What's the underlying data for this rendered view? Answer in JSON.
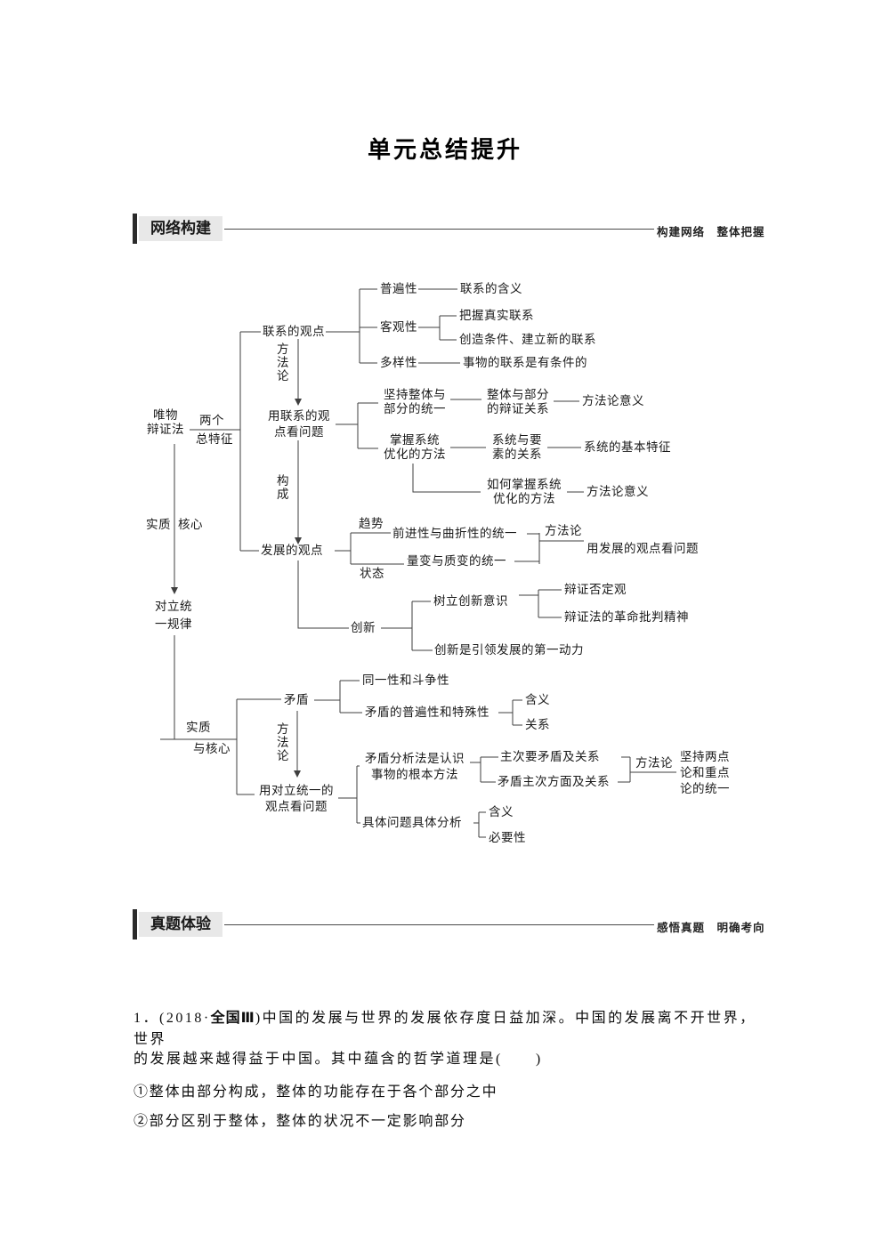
{
  "page": {
    "title": "单元总结提升"
  },
  "sections": [
    {
      "label": "网络构建",
      "tagline": "构建网络　整体把握"
    },
    {
      "label": "真题体验",
      "tagline": "感悟真题　明确考向"
    }
  ],
  "diagram": {
    "nodes": [
      {
        "name": "weiwu-bianzhengfa",
        "text": "唯物\n辩证法"
      },
      {
        "name": "liangge",
        "text": "两个"
      },
      {
        "name": "zongtezheng",
        "text": "总特征"
      },
      {
        "name": "lianxi-de-guandian",
        "text": "联系的观点"
      },
      {
        "name": "pubianxing",
        "text": "普遍性"
      },
      {
        "name": "lianxi-de-hanyi",
        "text": "联系的含义"
      },
      {
        "name": "keguanxing",
        "text": "客观性"
      },
      {
        "name": "bawo-zhenshi-lianxi",
        "text": "把握真实联系"
      },
      {
        "name": "chuangzao-tiaojian",
        "text": "创造条件、建立新的联系"
      },
      {
        "name": "duoyangxing",
        "text": "多样性"
      },
      {
        "name": "shiwu-lianxi-youtiaojian",
        "text": "事物的联系是有条件的"
      },
      {
        "name": "fangfalun-1",
        "text": "方\n法\n论"
      },
      {
        "name": "yong-lianxi-guandian",
        "text": "用联系的观\n点看问题"
      },
      {
        "name": "jianchi-zhengti-bufen",
        "text": "坚持整体与\n部分的统一"
      },
      {
        "name": "zhengti-bufen-guanxi",
        "text": "整体与部分\n的辩证关系"
      },
      {
        "name": "fangfalun-yiyi-1",
        "text": "方法论意义"
      },
      {
        "name": "zhangwo-xitong-youhua",
        "text": "掌握系统\n优化的方法"
      },
      {
        "name": "xitong-yaosu-guanxi",
        "text": "系统与要\n素的关系"
      },
      {
        "name": "xitong-jiben-tezheng",
        "text": "系统的基本特征"
      },
      {
        "name": "ruhe-zhangwo-xitong",
        "text": "如何掌握系统\n优化的方法"
      },
      {
        "name": "fangfalun-yiyi-2",
        "text": "方法论意义"
      },
      {
        "name": "goucheng",
        "text": "构\n成"
      },
      {
        "name": "shizhi-1",
        "text": "实质"
      },
      {
        "name": "hexin-1",
        "text": "核心"
      },
      {
        "name": "fazhan-de-guandian",
        "text": "发展的观点"
      },
      {
        "name": "qushi",
        "text": "趋势"
      },
      {
        "name": "qianjinxing-quzhexing",
        "text": "前进性与曲折性的统一"
      },
      {
        "name": "zhuangtai",
        "text": "状态"
      },
      {
        "name": "liangbian-zhibian",
        "text": "量变与质变的统一"
      },
      {
        "name": "fangfalun-2",
        "text": "方法论"
      },
      {
        "name": "yong-fazhan-guandian",
        "text": "用发展的观点看问题"
      },
      {
        "name": "duili-tongyi-guilv",
        "text": "对立统\n一规律"
      },
      {
        "name": "chuangxin",
        "text": "创新"
      },
      {
        "name": "shuli-chuangxin-yishi",
        "text": "树立创新意识"
      },
      {
        "name": "bianzheng-fouding-guan",
        "text": "辩证否定观"
      },
      {
        "name": "geming-pipan-jingshen",
        "text": "辩证法的革命批判精神"
      },
      {
        "name": "chuangxin-diyi-dongli",
        "text": "创新是引领发展的第一动力"
      },
      {
        "name": "maodun",
        "text": "矛盾"
      },
      {
        "name": "tongyixing-douzhengxing",
        "text": "同一性和斗争性"
      },
      {
        "name": "maodun-pubianxing-teshuxing",
        "text": "矛盾的普遍性和特殊性"
      },
      {
        "name": "hanyi-a",
        "text": "含义"
      },
      {
        "name": "guanxi-a",
        "text": "关系"
      },
      {
        "name": "shizhi-2",
        "text": "实质"
      },
      {
        "name": "yu-hexin",
        "text": "与核心"
      },
      {
        "name": "fangfalun-3",
        "text": "方\n法\n论"
      },
      {
        "name": "yong-duili-tongyi",
        "text": "用对立统一的\n观点看问题"
      },
      {
        "name": "maodun-fenxifa",
        "text": "矛盾分析法是认识\n事物的根本方法"
      },
      {
        "name": "zhuci-maodun-guanxi",
        "text": "主次要矛盾及关系"
      },
      {
        "name": "maodun-zhuci-fangmian",
        "text": "矛盾主次方面及关系"
      },
      {
        "name": "fangfalun-4",
        "text": "方法论"
      },
      {
        "name": "jianchi-liangdianlun",
        "text": "坚持两点\n论和重点\n论的统一"
      },
      {
        "name": "juti-wenti-juti-fenxi",
        "text": "具体问题具体分析"
      },
      {
        "name": "hanyi-b",
        "text": "含义"
      },
      {
        "name": "biyaoxing",
        "text": "必要性"
      }
    ]
  },
  "question": {
    "number_prefix": "1．(2018·",
    "source_bold": "全国Ⅲ",
    "line1_rest": ")中国的发展与世界的发展依存度日益加深。中国的发展离不开世界，世界",
    "line2": "的发展越来越得益于中国。其中蕴含的哲学道理是(　　)",
    "options": [
      "①整体由部分构成，整体的功能存在于各个部分之中",
      "②部分区别于整体，整体的状况不一定影响部分"
    ]
  }
}
